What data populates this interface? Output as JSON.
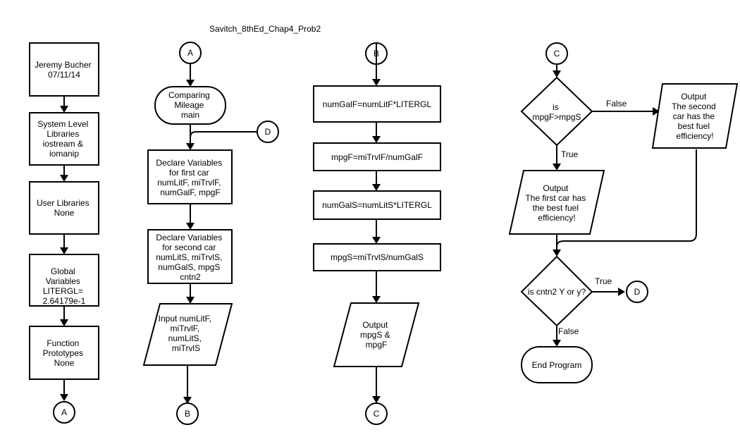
{
  "title": "Savitch_8thEd_Chap4_Prob2",
  "col1": {
    "author": [
      "Jeremy Bucher",
      "07/11/14"
    ],
    "system_libs": [
      "System Level",
      "Libraries",
      "iostream &",
      "iomanip"
    ],
    "user_libs": [
      "User Libraries",
      "None"
    ],
    "globals": [
      "Global",
      "Variables",
      "LITERGL=",
      "2.64179e-1"
    ],
    "prototypes": [
      "Function",
      "Prototypes",
      "None"
    ],
    "connector_a": "A"
  },
  "col2": {
    "connector_a": "A",
    "start": [
      "Comparing",
      "Mileage",
      "main"
    ],
    "connector_d": "D",
    "declare_first": [
      "Declare Variables",
      "for first car",
      "numLitF, miTrvlF,",
      "numGalF, mpgF"
    ],
    "declare_second": [
      "Declare Variables",
      "for second car",
      "numLitS, miTrvlS,",
      "numGalS, mpgS",
      "cntn2"
    ],
    "input": [
      "Input numLitF,",
      "miTrvlF,",
      "numLitS,",
      "miTrvlS"
    ],
    "connector_b": "B"
  },
  "col3": {
    "connector_b": "B",
    "calc1": "numGalF=numLitF*LITERGL",
    "calc2": "mpgF=miTrvlF/numGalF",
    "calc3": "numGalS=numLitS*LITERGL",
    "calc4": "mpgS=miTrvlS/numGalS",
    "output": [
      "Output",
      "mpgS &",
      "mpgF"
    ],
    "connector_c": "C"
  },
  "col4": {
    "connector_c": "C",
    "decision1": [
      "is",
      "mpgF>mpgS"
    ],
    "false_label_1": "False",
    "true_label_1": "True",
    "output_second": [
      "Output",
      "The second",
      "car has the",
      "best fuel",
      "efficiency!"
    ],
    "output_first": [
      "Output",
      "The first car has",
      "the best fuel",
      "efficiency!"
    ],
    "decision2": "is cntn2 Y or y?",
    "true_label_2": "True",
    "false_label_2": "False",
    "connector_d": "D",
    "end": "End Program"
  }
}
